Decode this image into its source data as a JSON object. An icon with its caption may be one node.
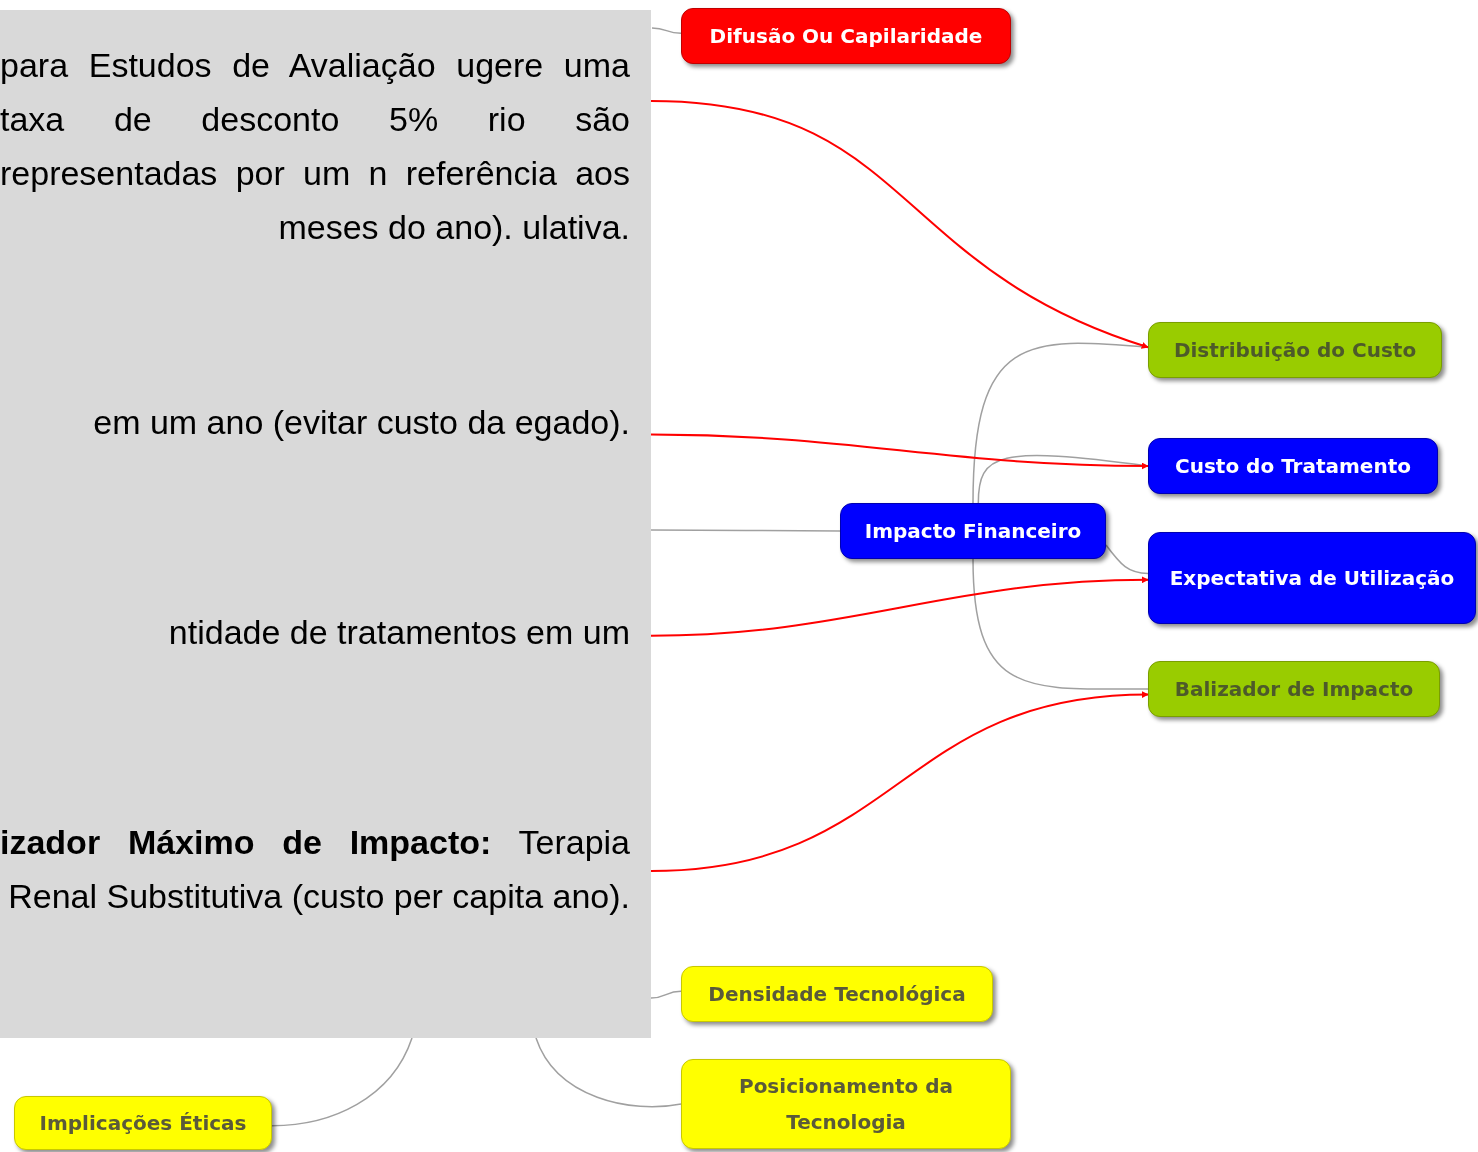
{
  "diagram": {
    "nodes": [
      {
        "text": [
          "para Estudos de Avaliação ugere uma taxa de desconto 5% rio são representadas por um n referência aos meses do ano). ulativa."
        ]
      },
      {
        "text": [
          "em um ano (evitar custo da egado)."
        ]
      },
      {
        "text": [
          "ntidade de tratamentos em um"
        ]
      },
      {
        "text": [
          "**izador Máximo de Impacto:** Terapia Renal Substitutiva (custo per capita ano)."
        ]
      },
      {
        "text": [
          "Difusão Ou Capilaridade"
        ]
      },
      {
        "text": [
          "Impacto Financeiro"
        ]
      },
      {
        "text": [
          "Distribuição do Custo"
        ]
      },
      {
        "text": [
          "Custo do Tratamento"
        ]
      },
      {
        "text": [
          "Expectativa de Utilização"
        ]
      },
      {
        "text": [
          "Balizador de Impacto"
        ]
      },
      {
        "text": [
          "Densidade Tecnológica"
        ]
      },
      {
        "text": [
          "Posicionamento da Tecnologia"
        ]
      },
      {
        "text": [
          "Implicações Éticas"
        ]
      }
    ],
    "edges": [
      {
        "from": null,
        "to": 4,
        "arrow": "none"
      },
      {
        "from": null,
        "to": 5,
        "arrow": "none"
      },
      {
        "from": 5,
        "to": 6,
        "arrow": "none"
      },
      {
        "from": 5,
        "to": 7,
        "arrow": "none"
      },
      {
        "from": 5,
        "to": 8,
        "arrow": "none"
      },
      {
        "from": 5,
        "to": 9,
        "arrow": "none"
      },
      {
        "from": null,
        "to": 10,
        "arrow": "none"
      },
      {
        "from": null,
        "to": 11,
        "arrow": "none"
      },
      {
        "from": null,
        "to": 12,
        "arrow": "none"
      },
      {
        "from": 0,
        "to": 6,
        "arrow": "to",
        "color": "#ff0000"
      },
      {
        "from": 1,
        "to": 7,
        "arrow": "to",
        "color": "#ff0000"
      },
      {
        "from": 2,
        "to": 8,
        "arrow": "to",
        "color": "#ff0000"
      },
      {
        "from": 3,
        "to": 9,
        "arrow": "to",
        "color": "#ff0000"
      }
    ]
  }
}
